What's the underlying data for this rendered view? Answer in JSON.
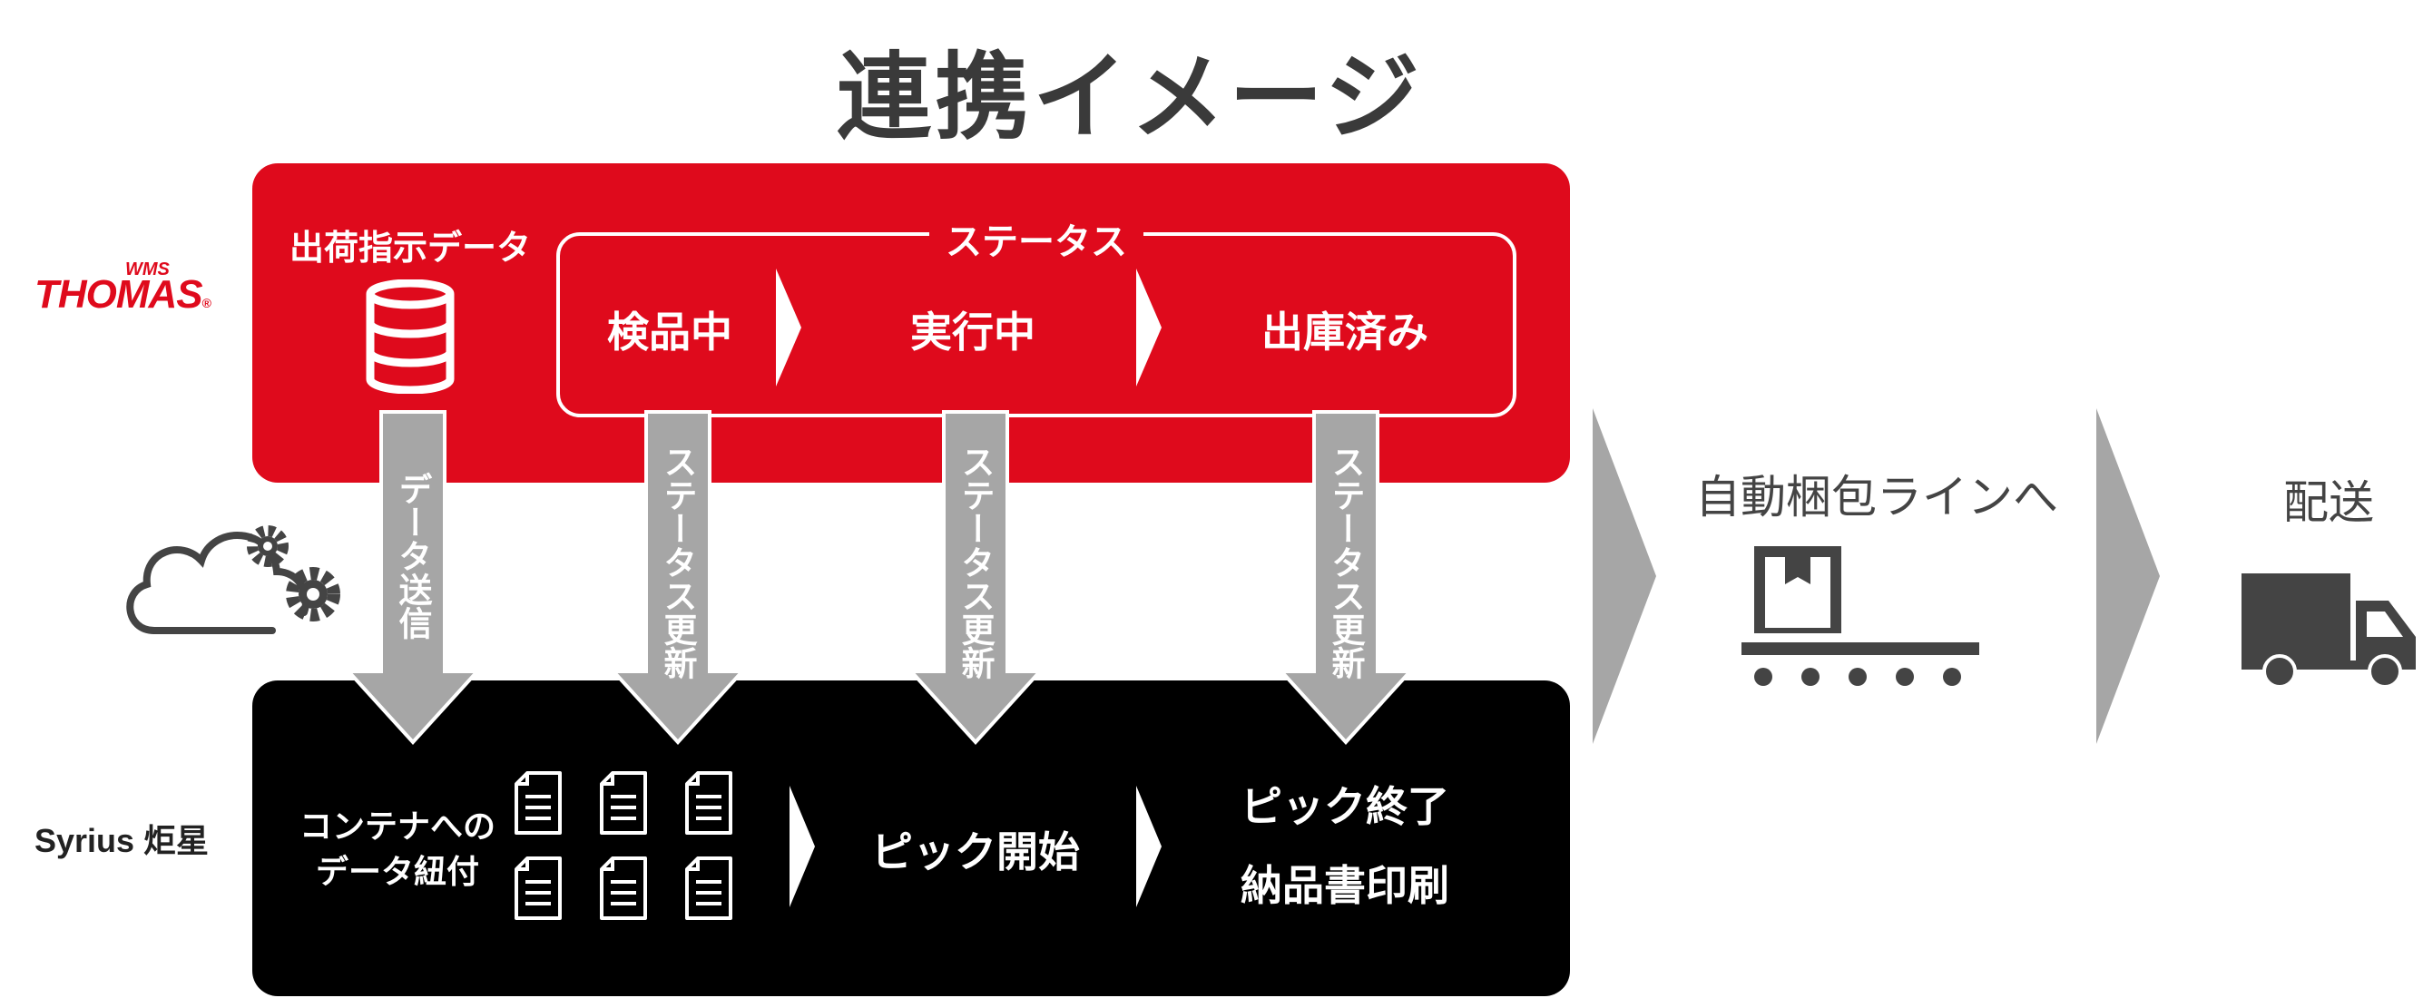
{
  "title": "連携イメージ",
  "logos": {
    "thomas_sub": "WMS",
    "thomas_main": "THOMAS",
    "thomas_mark": "®",
    "syrius": "Syrius 炬星"
  },
  "wms_panel": {
    "data_label": "出荷指示データ",
    "status_title": "ステータス",
    "steps": [
      "検品中",
      "実行中",
      "出庫済み"
    ]
  },
  "arrows": {
    "data_send": "データ送信",
    "status_update_1": "ステータス更新",
    "status_update_2": "ステータス更新",
    "status_update_3": "ステータス更新"
  },
  "robot_panel": {
    "container_line1": "コンテナへの",
    "container_line2": "データ紐付",
    "pick_start": "ピック開始",
    "pick_end_line1": "ピック終了",
    "pick_end_line2": "納品書印刷"
  },
  "flow": {
    "packing": "自動梱包ラインへ",
    "shipping": "配送"
  },
  "icons": [
    "database-icon",
    "cloud-gear-icon",
    "document-icon",
    "conveyor-box-icon",
    "truck-icon"
  ],
  "colors": {
    "brand_red": "#df0a1c",
    "black": "#000000",
    "gray_arrow": "#a6a6a6",
    "dark_gray": "#444444"
  }
}
